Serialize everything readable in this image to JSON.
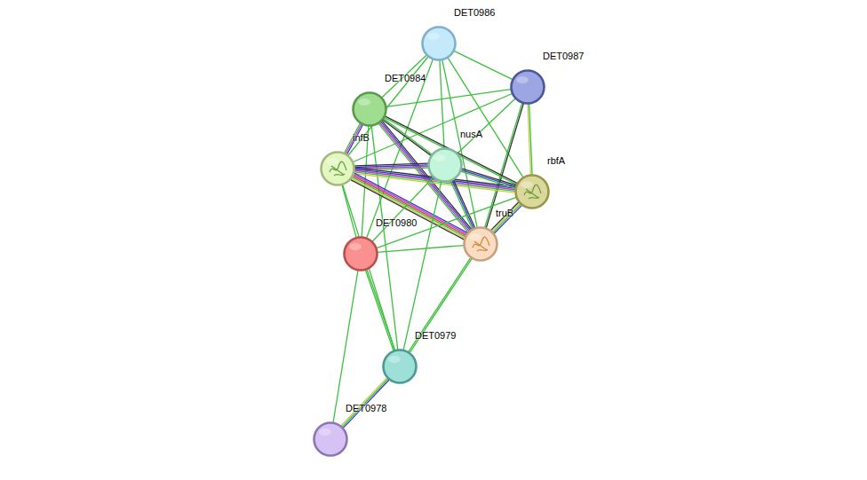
{
  "diagram": {
    "nodes": [
      {
        "text": [
          "DET0986"
        ]
      },
      {
        "text": [
          "DET0987"
        ]
      },
      {
        "text": [
          "DET0984"
        ]
      },
      {
        "text": [
          "infB"
        ]
      },
      {
        "text": [
          "nusA"
        ]
      },
      {
        "text": [
          "rbfA"
        ]
      },
      {
        "text": [
          "truB"
        ]
      },
      {
        "text": [
          "DET0980"
        ]
      },
      {
        "text": [
          "DET0979"
        ]
      },
      {
        "text": [
          "DET0978"
        ]
      }
    ],
    "edges": [
      {
        "from": 0,
        "to": 1,
        "arrow": "none"
      },
      {
        "from": 0,
        "to": 2,
        "arrow": "none"
      },
      {
        "from": 0,
        "to": 3,
        "arrow": "none"
      },
      {
        "from": 0,
        "to": 4,
        "arrow": "none"
      },
      {
        "from": 0,
        "to": 5,
        "arrow": "none"
      },
      {
        "from": 0,
        "to": 6,
        "arrow": "none"
      },
      {
        "from": 0,
        "to": 7,
        "arrow": "none"
      },
      {
        "from": 1,
        "to": 2,
        "arrow": "none"
      },
      {
        "from": 1,
        "to": 3,
        "arrow": "none"
      },
      {
        "from": 1,
        "to": 4,
        "arrow": "none"
      },
      {
        "from": 1,
        "to": 5,
        "arrow": "none"
      },
      {
        "from": 1,
        "to": 6,
        "arrow": "none"
      },
      {
        "from": 2,
        "to": 3,
        "arrow": "none"
      },
      {
        "from": 2,
        "to": 4,
        "arrow": "none"
      },
      {
        "from": 2,
        "to": 5,
        "arrow": "none"
      },
      {
        "from": 2,
        "to": 6,
        "arrow": "none"
      },
      {
        "from": 2,
        "to": 7,
        "arrow": "none"
      },
      {
        "from": 2,
        "to": 8,
        "arrow": "none"
      },
      {
        "from": 3,
        "to": 4,
        "arrow": "none"
      },
      {
        "from": 3,
        "to": 5,
        "arrow": "none"
      },
      {
        "from": 3,
        "to": 6,
        "arrow": "none"
      },
      {
        "from": 3,
        "to": 7,
        "arrow": "none"
      },
      {
        "from": 3,
        "to": 8,
        "arrow": "none"
      },
      {
        "from": 4,
        "to": 5,
        "arrow": "none"
      },
      {
        "from": 4,
        "to": 6,
        "arrow": "none"
      },
      {
        "from": 4,
        "to": 7,
        "arrow": "none"
      },
      {
        "from": 4,
        "to": 8,
        "arrow": "none"
      },
      {
        "from": 5,
        "to": 6,
        "arrow": "none"
      },
      {
        "from": 5,
        "to": 7,
        "arrow": "none"
      },
      {
        "from": 6,
        "to": 7,
        "arrow": "none"
      },
      {
        "from": 6,
        "to": 8,
        "arrow": "none"
      },
      {
        "from": 7,
        "to": 8,
        "arrow": "none"
      },
      {
        "from": 7,
        "to": 9,
        "arrow": "none"
      },
      {
        "from": 8,
        "to": 9,
        "arrow": "none"
      }
    ]
  }
}
